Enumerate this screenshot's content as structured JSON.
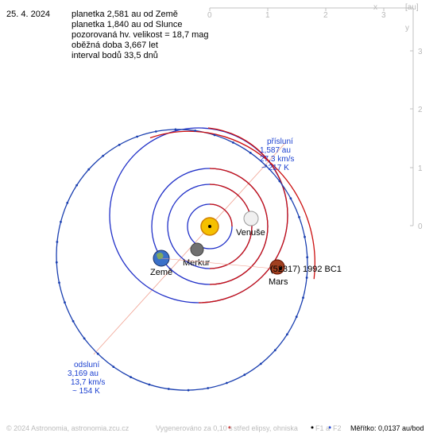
{
  "header": {
    "date": "25. 4. 2024",
    "lines": [
      "planetka 2,581 au od Země",
      "planetka 1,840 au od Slunce",
      "pozorovaná hv. velikost = 18,7 mag",
      "oběžná doba 3,667 let",
      "interval bodů 33,5 dnů"
    ]
  },
  "axes": {
    "x_label": "x",
    "unit_label": "[au]",
    "y_label": "y",
    "x_ticks": [
      "0",
      "1",
      "2",
      "3"
    ],
    "y_ticks": [
      "3",
      "2",
      "1",
      "0"
    ]
  },
  "bodies": {
    "venus": "Venuše",
    "mercury": "Merkur",
    "earth": "Země",
    "mars": "Mars",
    "asteroid": "(52317) 1992 BC1"
  },
  "perihelion": {
    "title": "přísluní",
    "distance": "1,587 au",
    "speed": "27,3 km/s",
    "temp": "~ 217 K"
  },
  "aphelion": {
    "title": "odsluní",
    "distance": "3,169 au",
    "speed": "13,7 km/s",
    "temp": "~ 154 K"
  },
  "footer": {
    "copyright": "© 2024 Astronomia, astronomia.zcu.cz",
    "generated": "Vygenerováno za 0,10 s",
    "legend_center": "střed elipsy, ohniska",
    "legend_f1": "F1 a",
    "legend_f2": "F2",
    "scale": "Měřítko: 0,0137 au/bod"
  },
  "colors": {
    "asteroid_orbit": "#1a3fb0",
    "planet_orbit_blue": "#2030c8",
    "planet_orbit_red": "#cc1010",
    "axis_gray": "#c0c0c0",
    "label_blue": "#1a3fd0"
  }
}
